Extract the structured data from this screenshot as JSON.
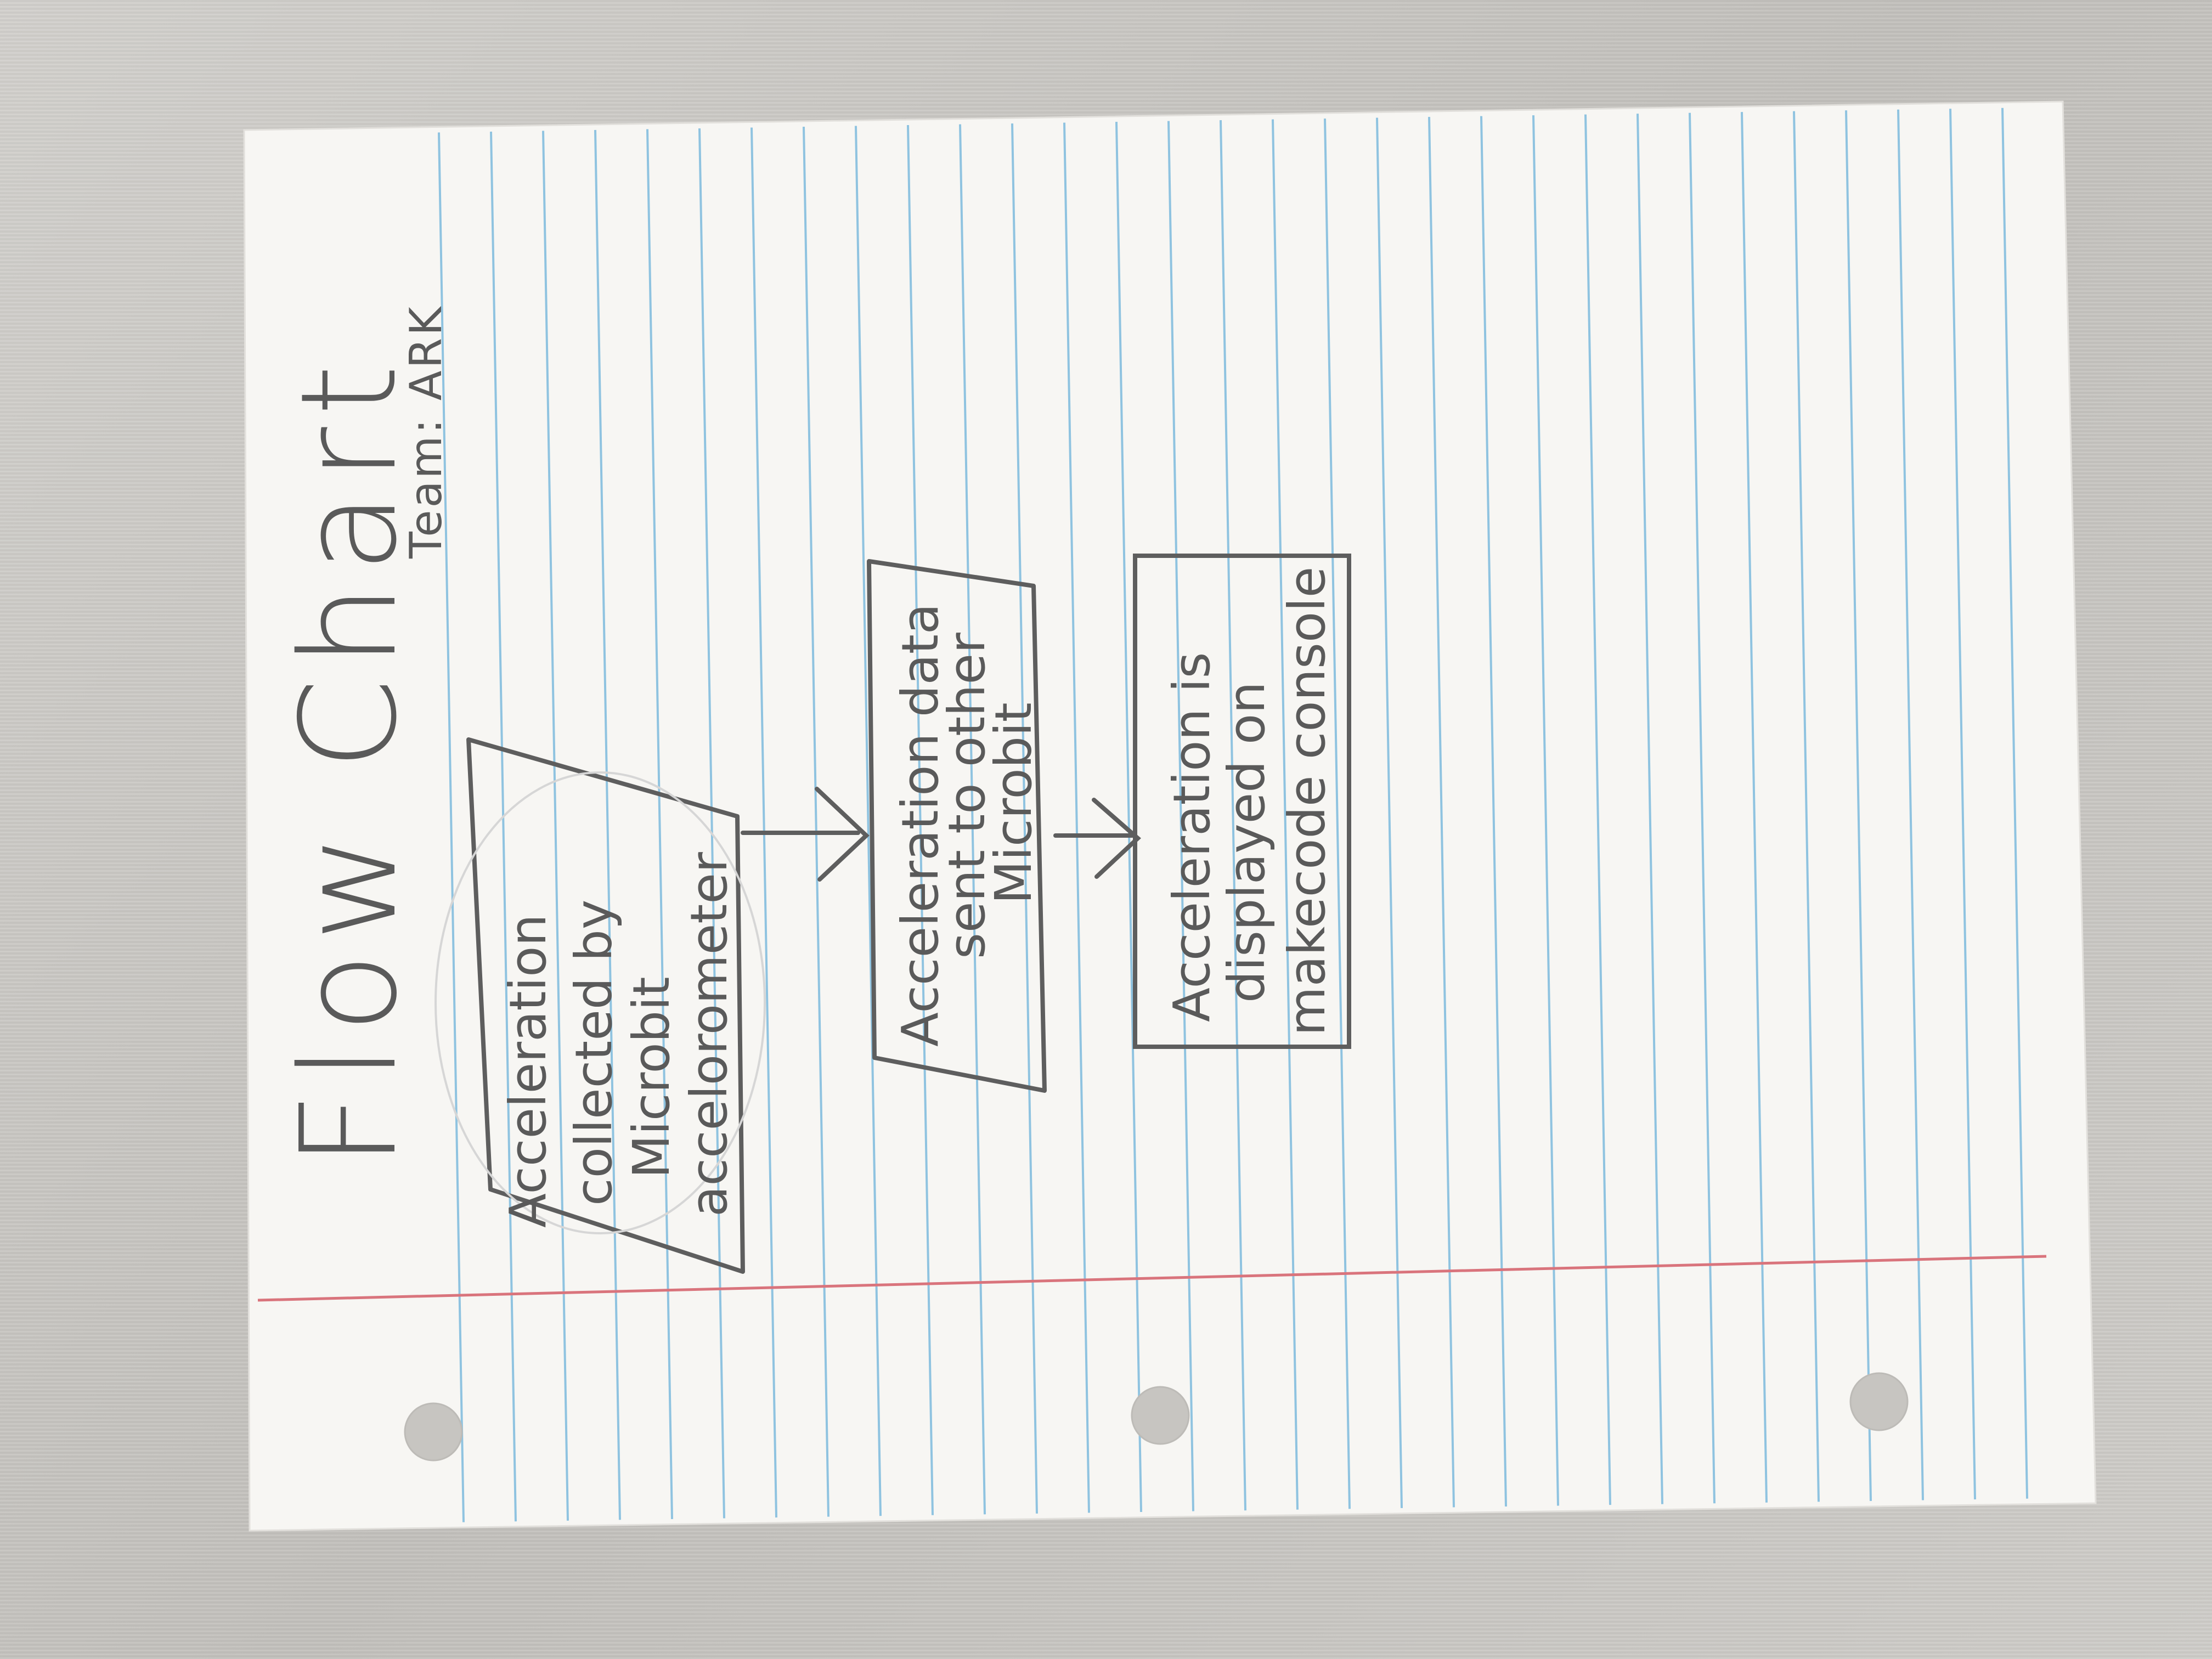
{
  "page": {
    "title": "Flow Chart",
    "team": "Team: ARK"
  },
  "flowchart": {
    "steps": [
      {
        "shape": "parallelogram",
        "lines": [
          "Acceleration",
          "collected by",
          "Microbit",
          "accelorometer"
        ]
      },
      {
        "shape": "parallelogram",
        "lines": [
          "Acceleration data",
          "sent to other",
          "Microbit"
        ]
      },
      {
        "shape": "rectangle",
        "lines": [
          "Acceleration is",
          "displayed on",
          "makecode console"
        ]
      }
    ]
  },
  "colors": {
    "paper": "#f7f6f3",
    "rule_blue": "#8fc3e0",
    "margin_red": "#d9747c",
    "pencil": "#5a5a5a",
    "desk": "#c9c7c3"
  }
}
